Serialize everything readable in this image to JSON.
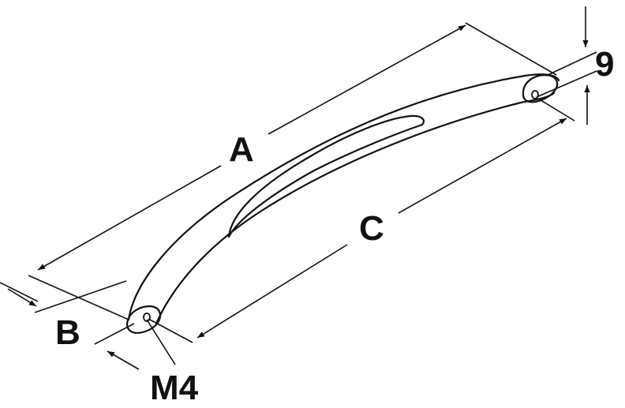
{
  "labels": {
    "a": "A",
    "b": "B",
    "c": "C",
    "m4": "M4",
    "nine": "9"
  },
  "colors": {
    "stroke": "#111111",
    "background": "#ffffff"
  }
}
